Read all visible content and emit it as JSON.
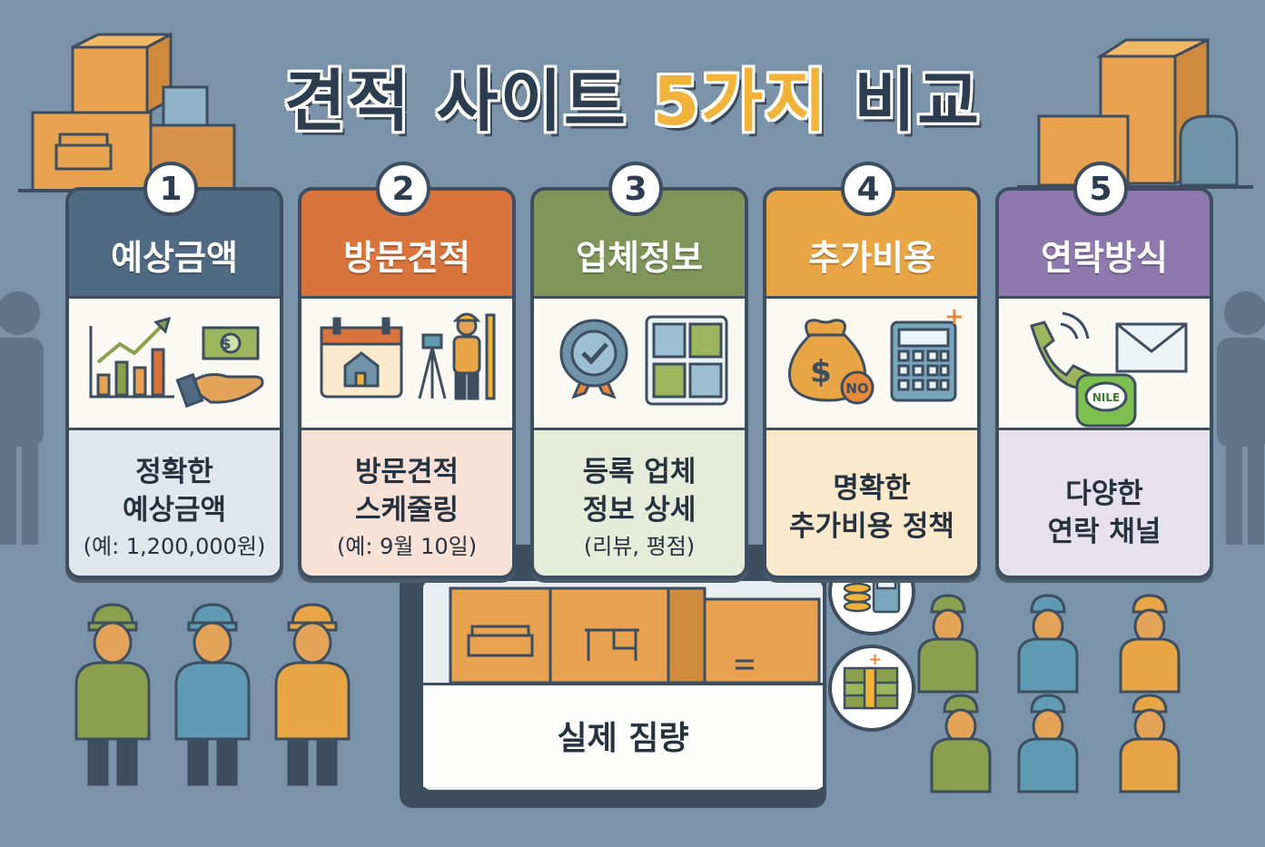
{
  "title": {
    "main": "견적 사이트 ",
    "highlight": "5가지",
    "end": " 비교"
  },
  "cards": [
    {
      "number": "1",
      "heading": "예상금액",
      "line1": "정확한",
      "line2": "예상금액",
      "sub": "(예: 1,200,000원)",
      "color": "#4f6a82",
      "body_color": "#dfe6ec"
    },
    {
      "number": "2",
      "heading": "방문견적",
      "line1": "방문견적",
      "line2": "스케줄링",
      "sub": "(예: 9월 10일)",
      "color": "#d8743c",
      "body_color": "#f8e1d6"
    },
    {
      "number": "3",
      "heading": "업체정보",
      "line1": "등록 업체",
      "line2": "정보 상세",
      "sub": "(리뷰, 평점)",
      "color": "#7f955a",
      "body_color": "#e6ecd9"
    },
    {
      "number": "4",
      "heading": "추가비용",
      "line1": "명확한",
      "line2": "추가비용 정책",
      "sub": "",
      "color": "#e8a545",
      "body_color": "#fbe9cc"
    },
    {
      "number": "5",
      "heading": "연락방식",
      "line1": "다양한",
      "line2": "연락 채널",
      "sub": "",
      "color": "#8e78ad",
      "body_color": "#e7e1ee"
    }
  ],
  "icon_text": {
    "money_no": "NO",
    "chat_app": "NILE",
    "dollar": "$"
  },
  "tray": {
    "label": "실제 짐량"
  },
  "icons": [
    "growth-chart-icon",
    "money-hand-icon",
    "calendar-house-icon",
    "surveyor-icon",
    "certified-badge-icon",
    "photo-gallery-icon",
    "money-bag-no-icon",
    "calculator-icon",
    "phone-icon",
    "mail-icon",
    "chat-app-icon",
    "coins-calculator-icon",
    "cash-stack-icon"
  ],
  "colors": {
    "background": "#7b93a8",
    "outline": "#3d4e60",
    "box": "#e8a14f",
    "accent_yellow": "#f2b33a"
  }
}
